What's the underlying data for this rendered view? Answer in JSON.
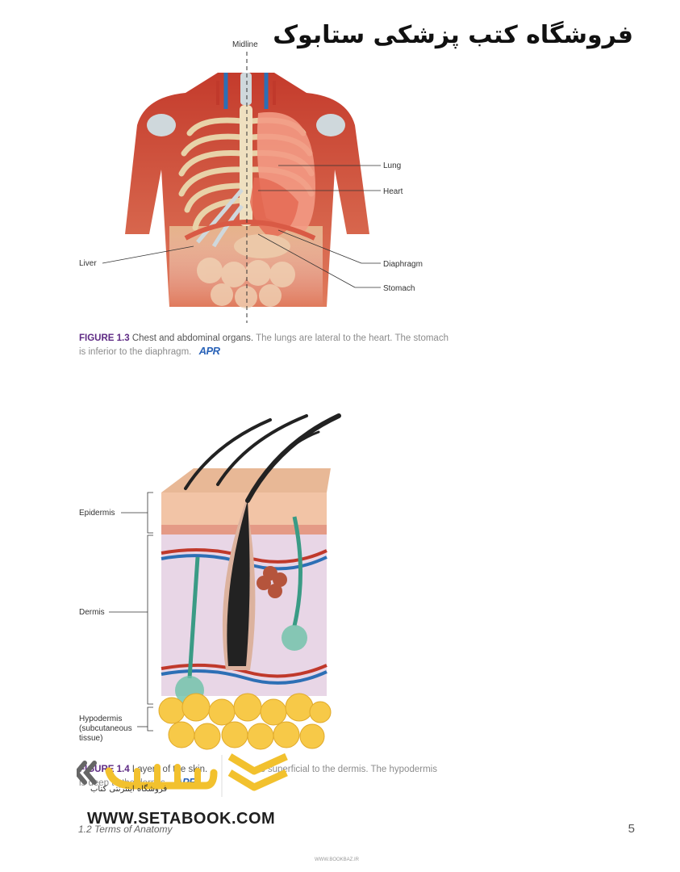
{
  "header": {
    "persian_title": "فروشگاه کتب پزشکی ستابوک"
  },
  "figure1": {
    "midline_label": "Midline",
    "labels": {
      "lung": "Lung",
      "heart": "Heart",
      "liver": "Liver",
      "diaphragm": "Diaphragm",
      "stomach": "Stomach"
    },
    "caption_number": "FIGURE 1.3",
    "caption_title": "Chest and abdominal organs.",
    "caption_text_1": "The lungs are lateral to the heart. The stomach",
    "caption_text_2": "is inferior to the diaphragm.",
    "apr_badge": "APR"
  },
  "figure2": {
    "labels": {
      "epidermis": "Epidermis",
      "dermis": "Dermis",
      "hypodermis_1": "Hypodermis",
      "hypodermis_2": "(subcutaneous",
      "hypodermis_3": "tissue)"
    },
    "caption_number": "FIGURE 1.4",
    "caption_frag_1": "Layers of the skin.",
    "caption_frag_2": "is superficial to the dermis. The hypodermis",
    "caption_frag_3": "is deep to the dermis.",
    "apr_badge": "APR"
  },
  "watermark": {
    "fa_text": "فروشگاه اینترنتی کتاب",
    "url": "WWW.SETABOOK.COM",
    "small_url": "WWW.BOOKBAZ.IR"
  },
  "footer": {
    "section": "1.2 Terms of Anatomy",
    "page_number": "5"
  },
  "colors": {
    "figure_number": "#5e2a84",
    "apr": "#2a63b8",
    "watermark_gold": "#f2c12e"
  }
}
